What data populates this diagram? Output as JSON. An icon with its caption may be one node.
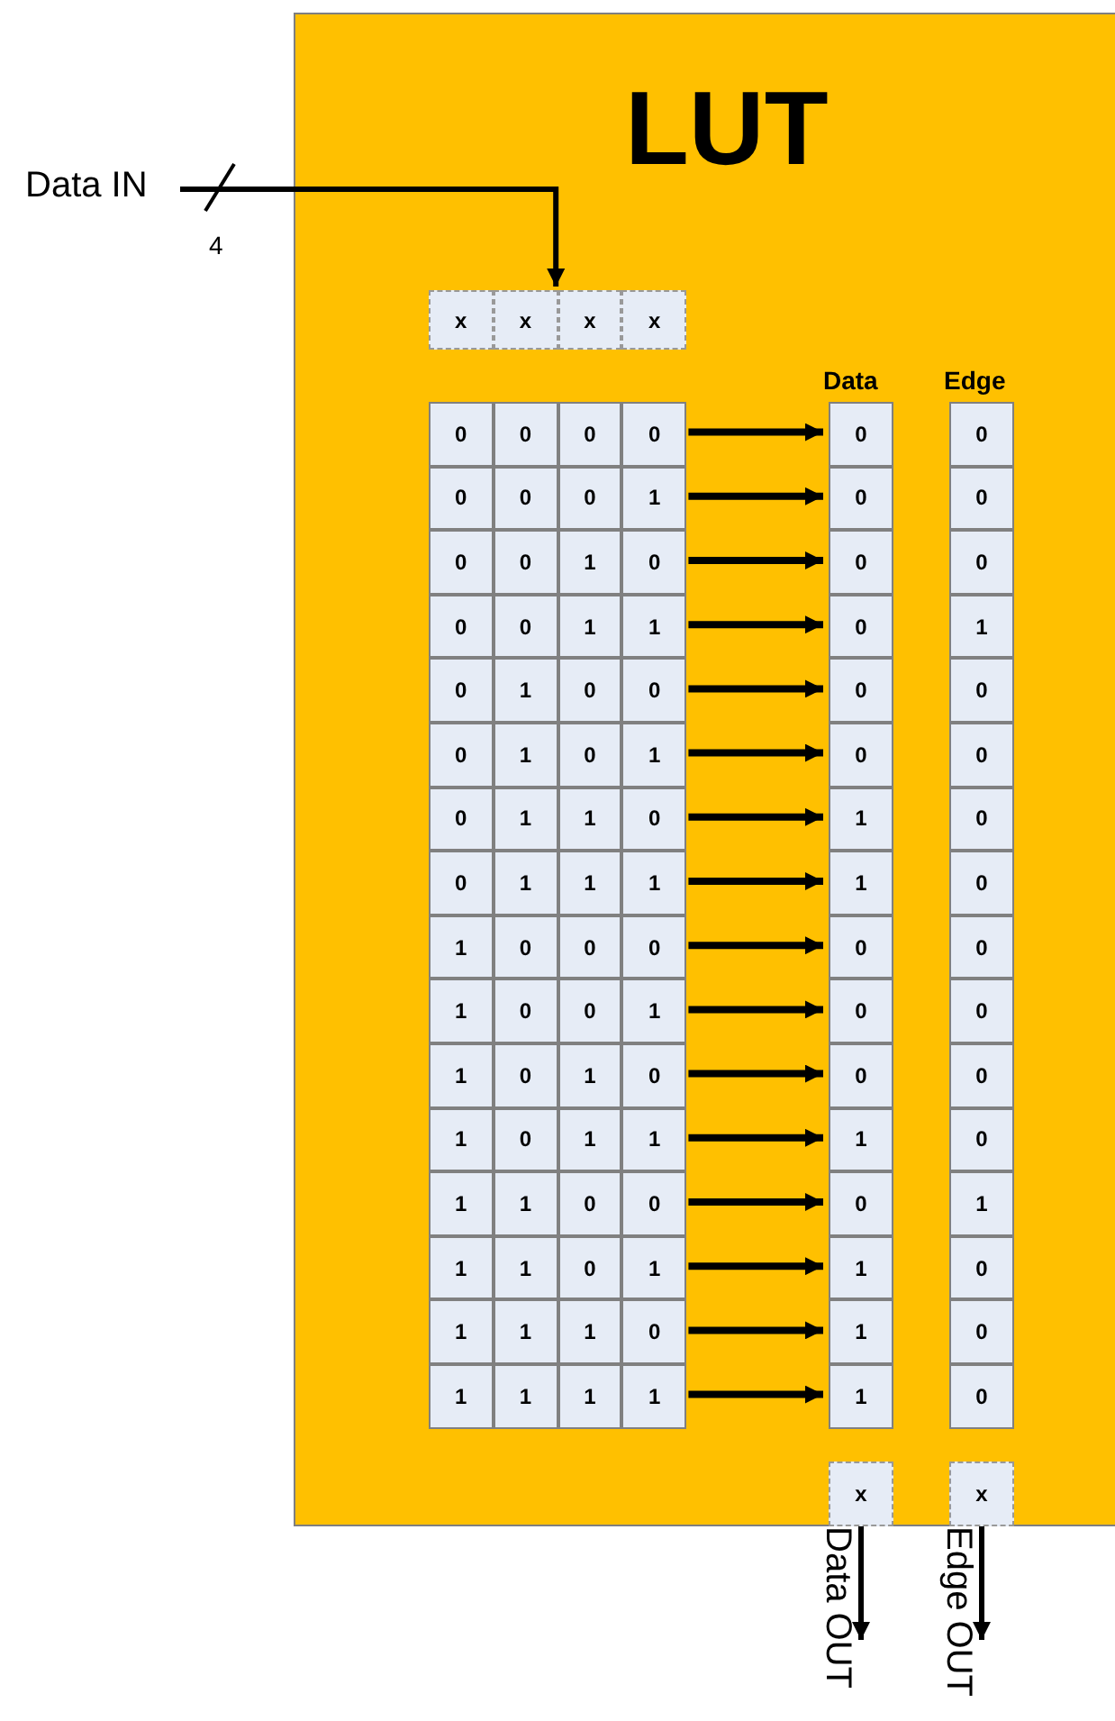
{
  "diagram": {
    "nodes": [
      {
        "text": [
          "LUT"
        ]
      },
      {
        "text": [
          "Data IN"
        ]
      },
      {
        "text": [
          "x"
        ],
        "in": 0
      },
      {
        "text": [
          "x"
        ],
        "in": 0
      },
      {
        "text": [
          "x"
        ],
        "in": 0
      },
      {
        "text": [
          "x"
        ],
        "in": 0
      },
      {
        "text": [
          "0",
          "0",
          "0",
          "0"
        ],
        "in": 0
      },
      {
        "text": [
          "0",
          "0",
          "0",
          "1"
        ],
        "in": 0
      },
      {
        "text": [
          "0",
          "0",
          "1",
          "0"
        ],
        "in": 0
      },
      {
        "text": [
          "0",
          "0",
          "1",
          "1"
        ],
        "in": 0
      },
      {
        "text": [
          "0",
          "1",
          "0",
          "0"
        ],
        "in": 0
      },
      {
        "text": [
          "0",
          "1",
          "0",
          "1"
        ],
        "in": 0
      },
      {
        "text": [
          "0",
          "1",
          "1",
          "0"
        ],
        "in": 0
      },
      {
        "text": [
          "0",
          "1",
          "1",
          "1"
        ],
        "in": 0
      },
      {
        "text": [
          "1",
          "0",
          "0",
          "0"
        ],
        "in": 0
      },
      {
        "text": [
          "1",
          "0",
          "0",
          "1"
        ],
        "in": 0
      },
      {
        "text": [
          "1",
          "0",
          "1",
          "0"
        ],
        "in": 0
      },
      {
        "text": [
          "1",
          "0",
          "1",
          "1"
        ],
        "in": 0
      },
      {
        "text": [
          "1",
          "1",
          "0",
          "0"
        ],
        "in": 0
      },
      {
        "text": [
          "1",
          "1",
          "0",
          "1"
        ],
        "in": 0
      },
      {
        "text": [
          "1",
          "1",
          "1",
          "0"
        ],
        "in": 0
      },
      {
        "text": [
          "1",
          "1",
          "1",
          "1"
        ],
        "in": 0
      },
      {
        "text": [
          "0"
        ],
        "in": 0
      },
      {
        "text": [
          "0"
        ],
        "in": 0
      },
      {
        "text": [
          "0"
        ],
        "in": 0
      },
      {
        "text": [
          "0"
        ],
        "in": 0
      },
      {
        "text": [
          "0"
        ],
        "in": 0
      },
      {
        "text": [
          "0"
        ],
        "in": 0
      },
      {
        "text": [
          "1"
        ],
        "in": 0
      },
      {
        "text": [
          "1"
        ],
        "in": 0
      },
      {
        "text": [
          "0"
        ],
        "in": 0
      },
      {
        "text": [
          "0"
        ],
        "in": 0
      },
      {
        "text": [
          "0"
        ],
        "in": 0
      },
      {
        "text": [
          "1"
        ],
        "in": 0
      },
      {
        "text": [
          "0"
        ],
        "in": 0
      },
      {
        "text": [
          "1"
        ],
        "in": 0
      },
      {
        "text": [
          "1"
        ],
        "in": 0
      },
      {
        "text": [
          "1"
        ],
        "in": 0
      },
      {
        "text": [
          "0"
        ],
        "in": 0
      },
      {
        "text": [
          "0"
        ],
        "in": 0
      },
      {
        "text": [
          "0"
        ],
        "in": 0
      },
      {
        "text": [
          "1"
        ],
        "in": 0
      },
      {
        "text": [
          "0"
        ],
        "in": 0
      },
      {
        "text": [
          "0"
        ],
        "in": 0
      },
      {
        "text": [
          "0"
        ],
        "in": 0
      },
      {
        "text": [
          "0"
        ],
        "in": 0
      },
      {
        "text": [
          "0"
        ],
        "in": 0
      },
      {
        "text": [
          "0"
        ],
        "in": 0
      },
      {
        "text": [
          "0"
        ],
        "in": 0
      },
      {
        "text": [
          "0"
        ],
        "in": 0
      },
      {
        "text": [
          "1"
        ],
        "in": 0
      },
      {
        "text": [
          "0"
        ],
        "in": 0
      },
      {
        "text": [
          "0"
        ],
        "in": 0
      },
      {
        "text": [
          "0"
        ],
        "in": 0
      },
      {
        "text": [
          "x"
        ],
        "in": 0
      },
      {
        "text": [
          "x"
        ],
        "in": 0
      }
    ],
    "edges": [
      {
        "from": 1,
        "to": 4,
        "arrow": "to",
        "label": "4"
      },
      {
        "from": 6,
        "to": 22,
        "arrow": "to"
      },
      {
        "from": 7,
        "to": 23,
        "arrow": "to"
      },
      {
        "from": 8,
        "to": 24,
        "arrow": "to"
      },
      {
        "from": 9,
        "to": 25,
        "arrow": "to"
      },
      {
        "from": 10,
        "to": 26,
        "arrow": "to"
      },
      {
        "from": 11,
        "to": 27,
        "arrow": "to"
      },
      {
        "from": 12,
        "to": 28,
        "arrow": "to"
      },
      {
        "from": 13,
        "to": 29,
        "arrow": "to"
      },
      {
        "from": 14,
        "to": 30,
        "arrow": "to"
      },
      {
        "from": 15,
        "to": 31,
        "arrow": "to"
      },
      {
        "from": 16,
        "to": 32,
        "arrow": "to"
      },
      {
        "from": 17,
        "to": 33,
        "arrow": "to"
      },
      {
        "from": 18,
        "to": 34,
        "arrow": "to"
      },
      {
        "from": 19,
        "to": 35,
        "arrow": "to"
      },
      {
        "from": 20,
        "to": 36,
        "arrow": "to"
      },
      {
        "from": 21,
        "to": 37,
        "arrow": "to"
      },
      {
        "from": 54,
        "to": null,
        "arrow": "to",
        "label": "Data OUT"
      },
      {
        "from": 55,
        "to": null,
        "arrow": "to",
        "label": "Edge OUT"
      }
    ],
    "labels": [
      "Data",
      "Edge"
    ]
  }
}
